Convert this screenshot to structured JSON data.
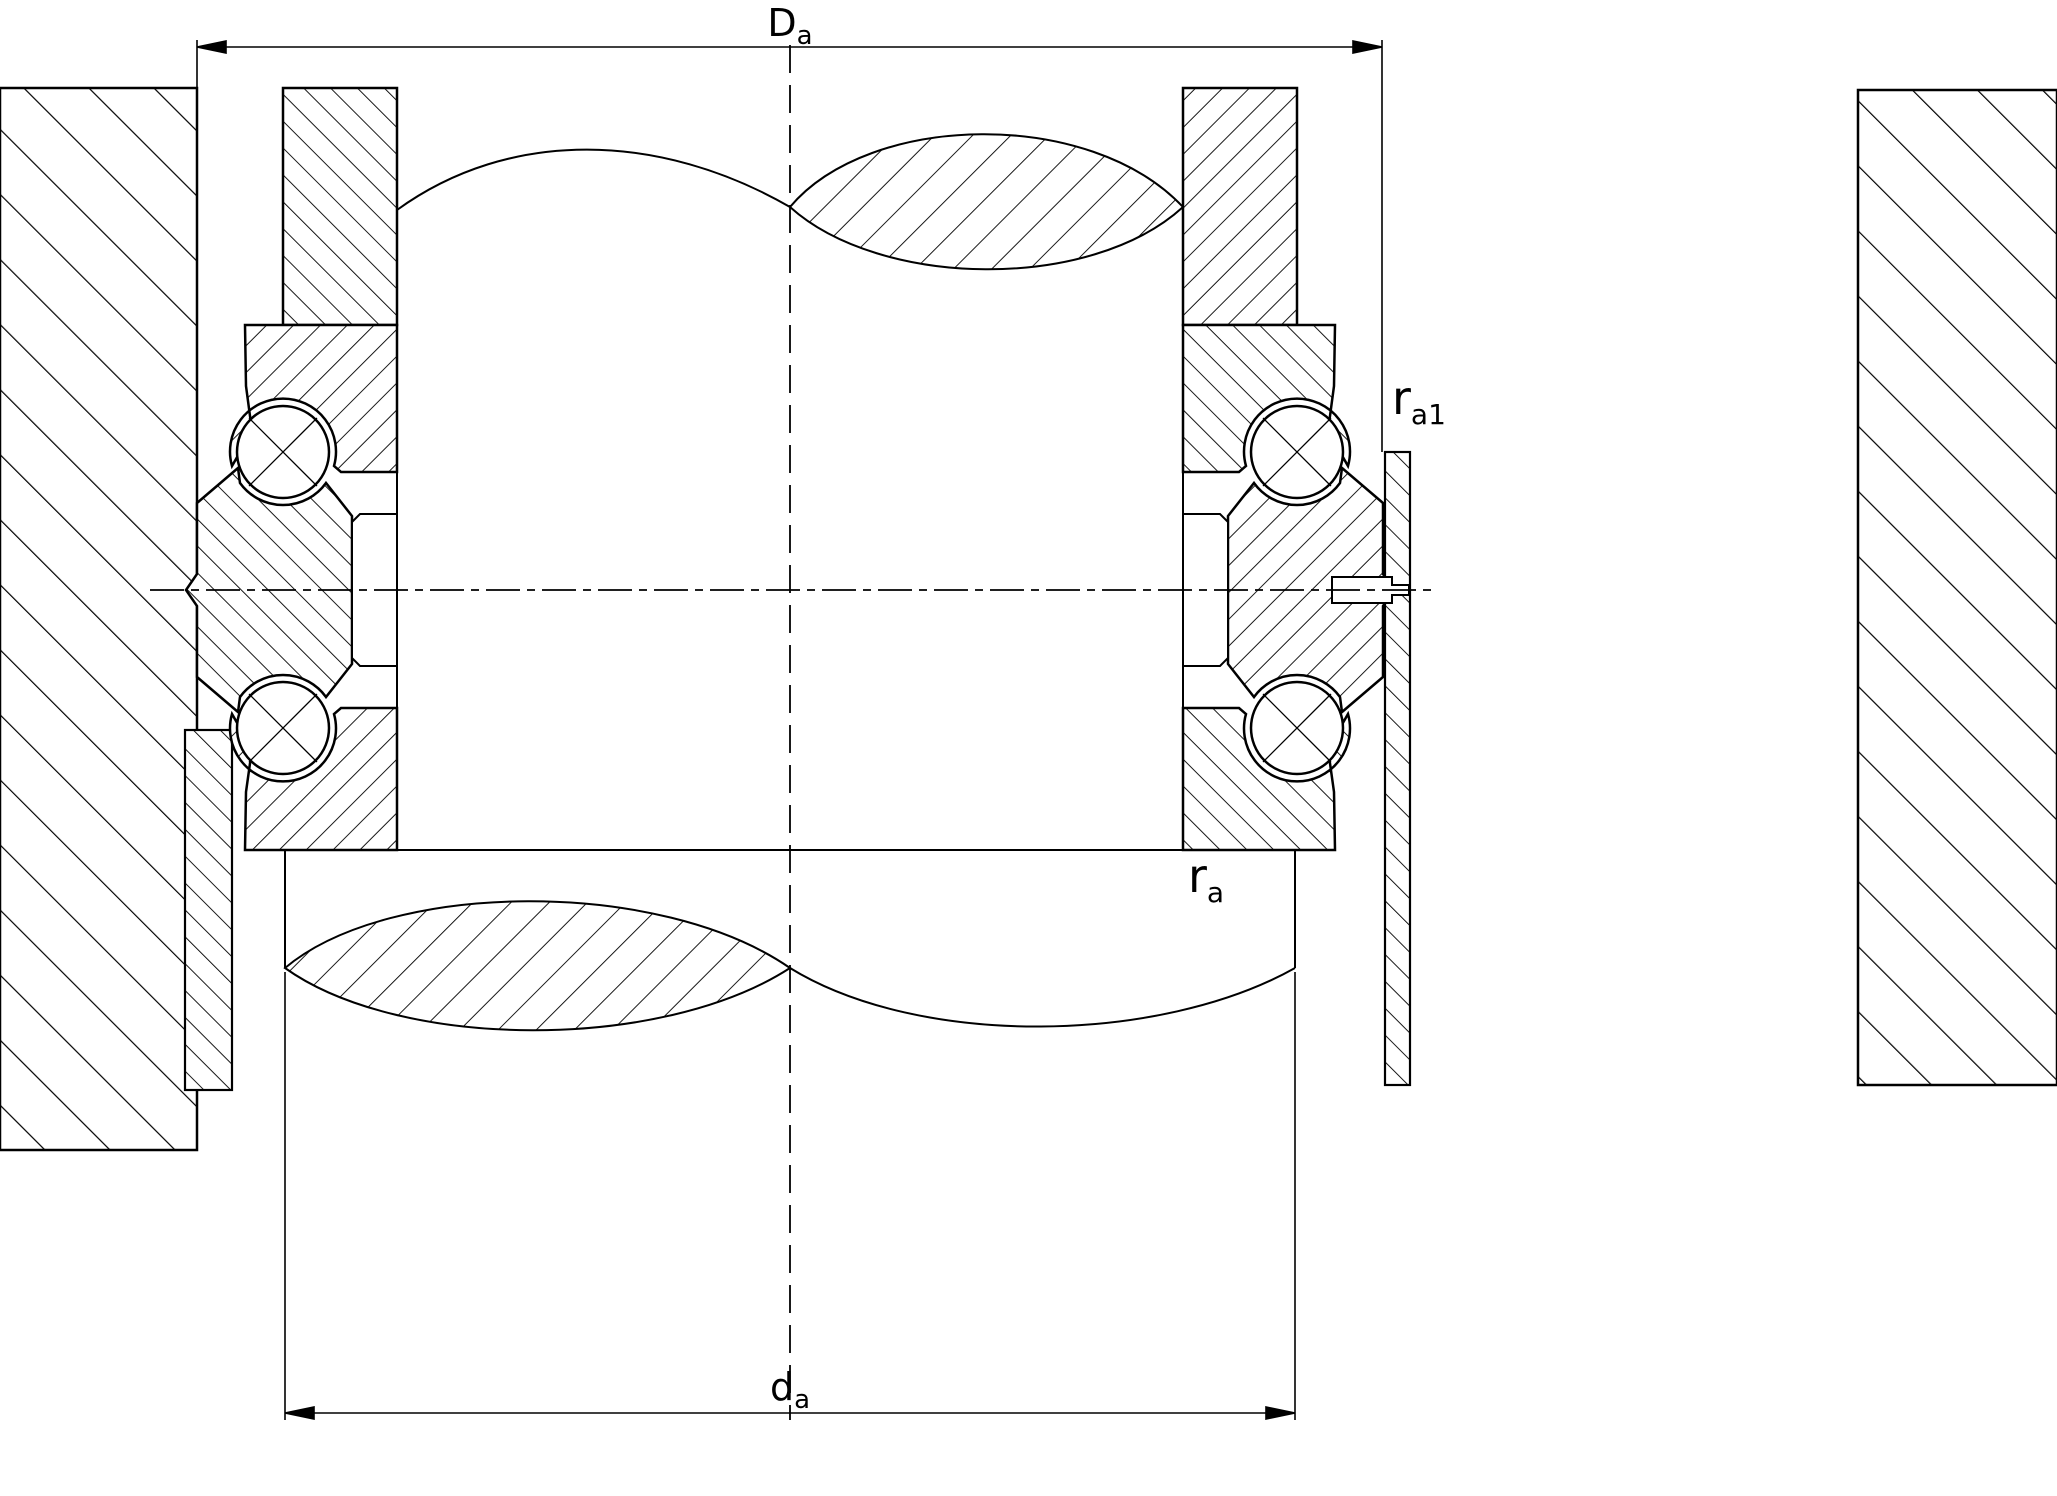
{
  "drawing": {
    "kind": "thrust-bearing-mounting-cross-section"
  },
  "labels": {
    "Da": {
      "main": "D",
      "sub": "a"
    },
    "da": {
      "main": "d",
      "sub": "a"
    },
    "ra1": {
      "main": "r",
      "sub": "a1"
    },
    "ra": {
      "main": "r",
      "sub": "a"
    }
  },
  "colors": {
    "line_color": "#000000",
    "background_color": "#ffffff"
  }
}
